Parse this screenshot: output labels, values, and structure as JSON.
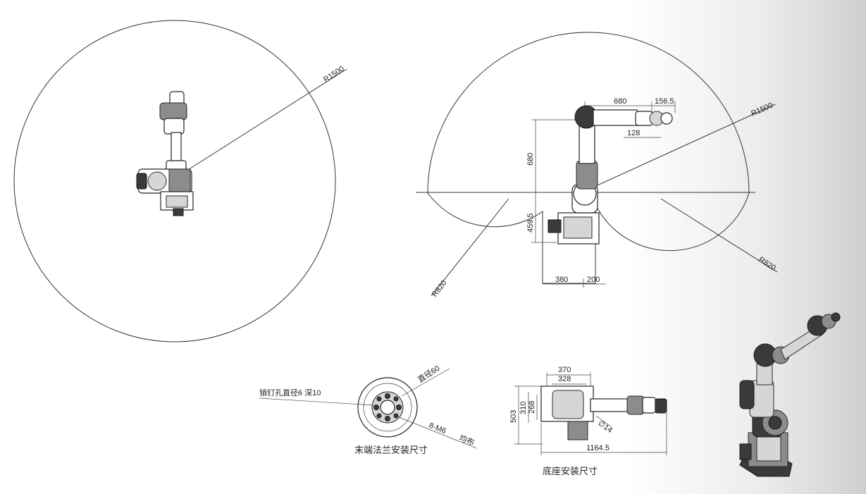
{
  "top_view": {
    "radius_label": "R1500"
  },
  "side_view": {
    "reach_radius_label": "R1500",
    "lower_radius_left_label": "R820",
    "lower_radius_right_label": "R820",
    "dim_top_680": "680",
    "dim_top_156_5": "156.5",
    "dim_128": "128",
    "dim_vertical_680": "680",
    "dim_vertical_459_5": "459.5",
    "dim_380": "380",
    "dim_200": "200"
  },
  "flange_view": {
    "pin_hole_label": "销钉孔直径6   深10",
    "diameter_label": "直径60",
    "thread_label": "8-M6",
    "distribution_label": "均布",
    "caption": "末端法兰安装尺寸"
  },
  "base_view": {
    "dim_370": "370",
    "dim_328": "328",
    "dim_503": "503",
    "dim_310": "310",
    "dim_268": "268",
    "dim_1164_5": "1164.5",
    "hole_label": "∅14",
    "caption": "底座安装尺寸"
  }
}
